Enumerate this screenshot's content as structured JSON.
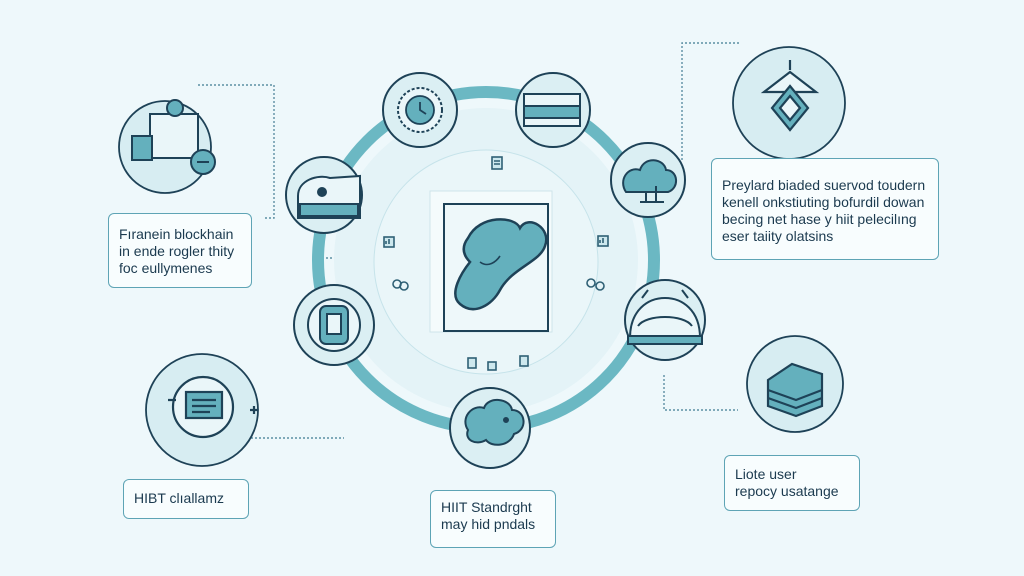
{
  "colors": {
    "background": "#eef8fb",
    "ring": "#6bb8c3",
    "icon_stroke": "#1e4257",
    "icon_fill": "#64b0bd",
    "node_fill": "#dbeff3",
    "label_border": "#5ea4b5"
  },
  "center": {
    "icon": "tooth-icon"
  },
  "ring_nodes": [
    {
      "icon": "gear-badge-icon"
    },
    {
      "icon": "server-stack-icon"
    },
    {
      "icon": "cloud-tree-icon"
    },
    {
      "icon": "helmet-device-icon"
    },
    {
      "icon": "cloud-sheep-icon"
    },
    {
      "icon": "phone-device-icon"
    },
    {
      "icon": "house-scanner-icon"
    }
  ],
  "outer_nodes": [
    {
      "icon": "person-at-desk-icon"
    },
    {
      "icon": "hanger-diamond-icon"
    },
    {
      "icon": "document-shield-icon"
    },
    {
      "icon": "building-stack-icon"
    }
  ],
  "labels": {
    "blockchain": [
      "Fıranein blockhain",
      "in ende rogler thity",
      "foc eullymenes"
    ],
    "hibt_challenge": [
      "HIBT clıallamz"
    ],
    "standard": [
      "HIIT Standrght",
      "may hid pndals"
    ],
    "privacy": [
      "Preylard biaded suervod toudern",
      "kenell onkstiuting bofurdil dowan",
      "becing net hase y hiit pelecilıng",
      "eser taiity olatsins"
    ],
    "user_policy": [
      "Liote user",
      "repocy usatange"
    ]
  }
}
